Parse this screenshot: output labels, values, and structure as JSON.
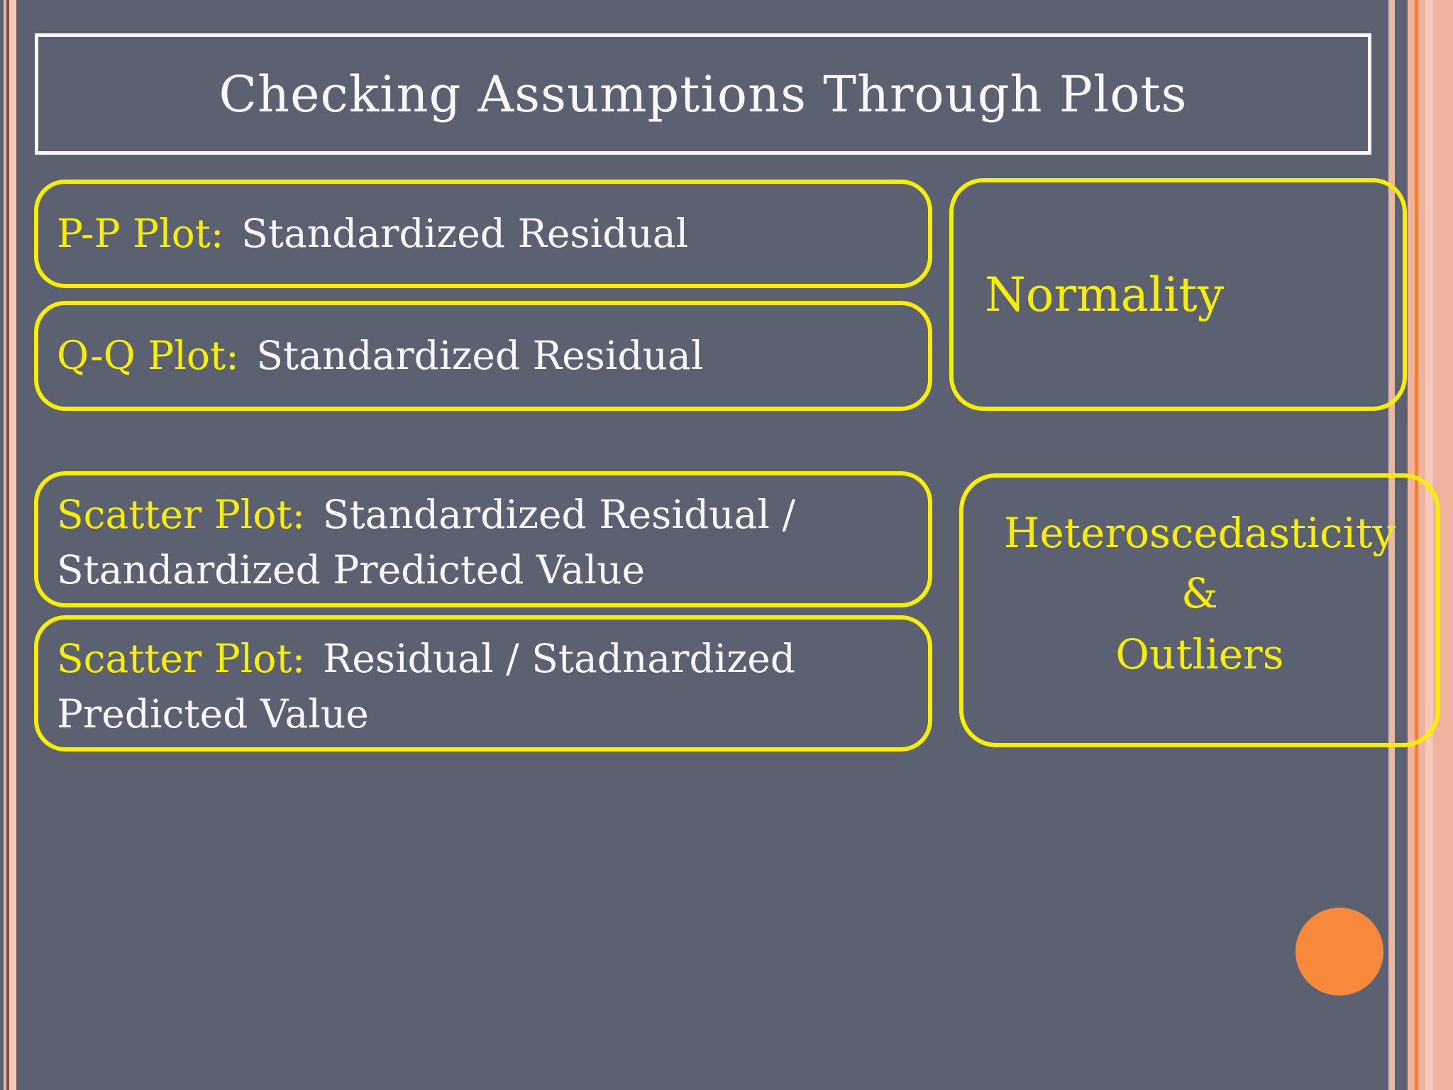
{
  "slide": {
    "title": "Checking Assumptions Through Plots",
    "plot_boxes": [
      {
        "label": "P-P Plot:",
        "text": "Standardized Residual"
      },
      {
        "label": "Q-Q Plot:",
        "text": "Standardized Residual"
      },
      {
        "label": "Scatter Plot:",
        "text": "Standardized Residual / Standardized Predicted Value"
      },
      {
        "label": "Scatter Plot:",
        "text": "Residual / Stadnardized Predicted Value"
      }
    ],
    "category_boxes": [
      {
        "text": "Normality"
      },
      {
        "lines": [
          "Heteroscedasticity",
          "&",
          "Outliers"
        ]
      }
    ]
  },
  "colors": {
    "bg": "#5b6170",
    "yellow": "#f8ee00",
    "white": "#f8f8fb",
    "salmon": "#efb3a0",
    "pink": "#f7c9b9",
    "mauve": "#6f5351",
    "orange": "#ef8136",
    "circle": "#f6893a"
  }
}
